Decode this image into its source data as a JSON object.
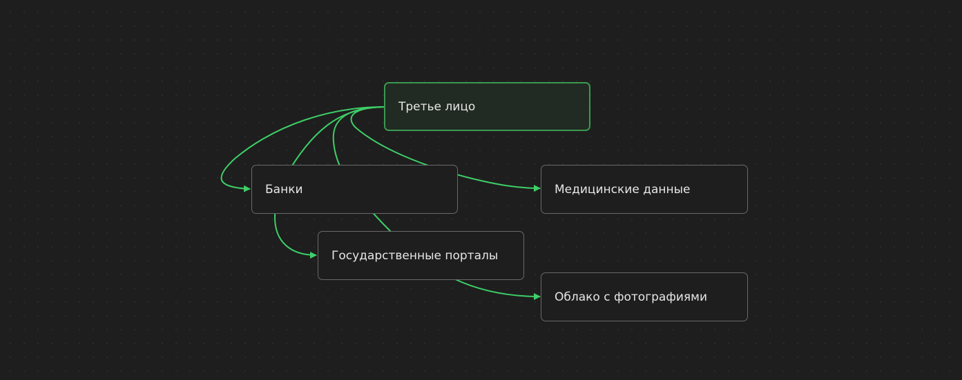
{
  "colors": {
    "edge": "#3ecf68",
    "selected_border": "#3a9a50",
    "node_border": "#6a6a6a"
  },
  "nodes": {
    "third_party": "Третье лицо",
    "banks": "Банки",
    "medical": "Медицинские данные",
    "gov_portals": "Государственные порталы",
    "photo_cloud": "Облако с фотографиями"
  },
  "edges": [
    {
      "from": "third_party",
      "to": "banks"
    },
    {
      "from": "third_party",
      "to": "gov_portals"
    },
    {
      "from": "third_party",
      "to": "medical"
    },
    {
      "from": "third_party",
      "to": "photo_cloud"
    }
  ]
}
